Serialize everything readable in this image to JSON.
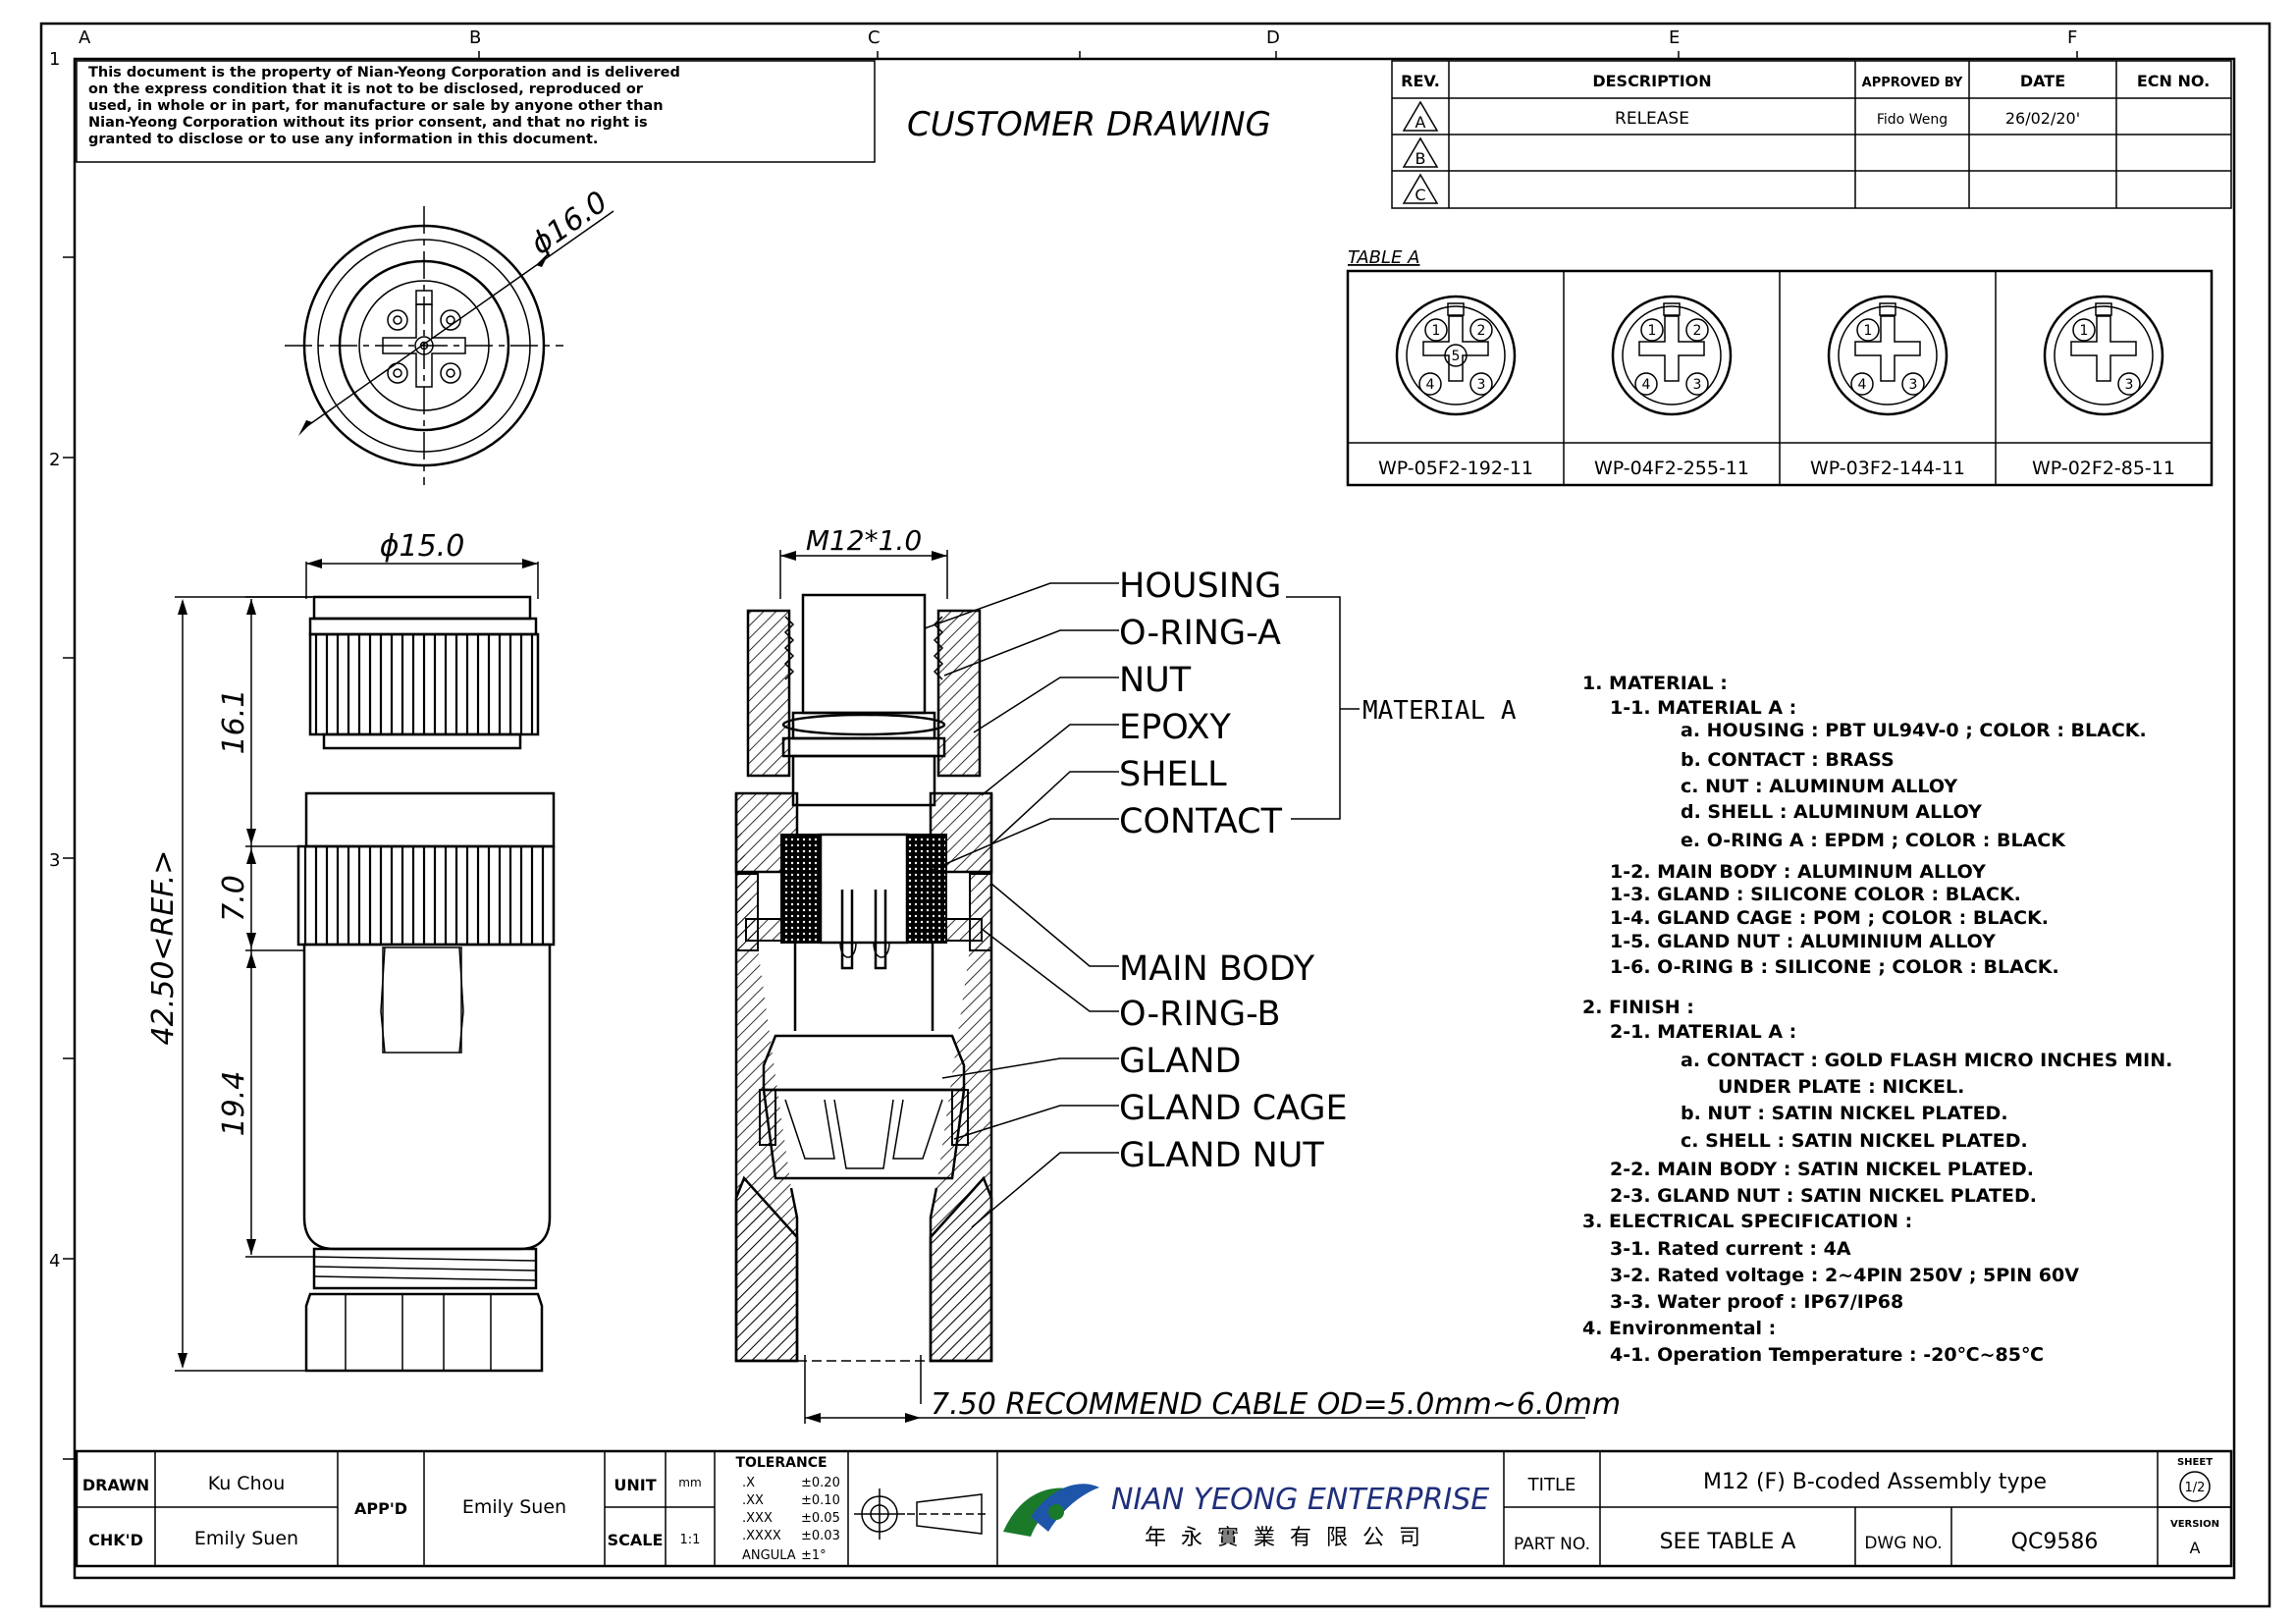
{
  "notice": {
    "lines": [
      "This document is the property of Nian-Yeong Corporation and is delivered",
      "on  the  express condition that it is not to be disclosed, reproduced or",
      "used, in whole or in part, for manufacture or sale by anyone other than",
      "Nian-Yeong Corporation without  its prior consent, and that  no right  is",
      "granted  to disclose or  to use any information in this  document."
    ]
  },
  "header_title": "CUSTOMER  DRAWING",
  "zones": {
    "columns": [
      "A",
      "B",
      "C",
      "D",
      "E",
      "F"
    ],
    "rows": [
      "1",
      "2",
      "3",
      "4"
    ]
  },
  "revision_table": {
    "headers": [
      "REV.",
      "DESCRIPTION",
      "APPROVED BY",
      "DATE",
      "ECN NO."
    ],
    "rows": [
      {
        "rev": "A",
        "description": "RELEASE",
        "approved_by": "Fido Weng",
        "date": "26/02/20'",
        "ecn": ""
      },
      {
        "rev": "B",
        "description": "",
        "approved_by": "",
        "date": "",
        "ecn": ""
      },
      {
        "rev": "C",
        "description": "",
        "approved_by": "",
        "date": "",
        "ecn": ""
      }
    ]
  },
  "table_a": {
    "title": "TABLE A",
    "variants": [
      {
        "part": "WP-05F2-192-11",
        "pins": [
          "1",
          "2",
          "3",
          "4",
          "5"
        ]
      },
      {
        "part": "WP-04F2-255-11",
        "pins": [
          "1",
          "2",
          "3",
          "4"
        ]
      },
      {
        "part": "WP-03F2-144-11",
        "pins": [
          "1",
          "3",
          "4"
        ]
      },
      {
        "part": "WP-02F2-85-11",
        "pins": [
          "1",
          "3"
        ]
      }
    ]
  },
  "dimensions": {
    "face_diameter": "ϕ16.0",
    "body_diameter": "ϕ15.0",
    "overall_length": "42.50<REF.>",
    "segment_top": "16.1",
    "segment_mid": "7.0",
    "segment_bottom": "19.4",
    "thread": "M12*1.0",
    "cable": "7.50 RECOMMEND CABLE OD=5.0mm~6.0mm"
  },
  "callouts": {
    "upper": [
      "HOUSING",
      "O-RING-A",
      "NUT",
      "EPOXY",
      "SHELL",
      "CONTACT"
    ],
    "group_label": "MATERIAL  A",
    "lower": [
      "MAIN BODY",
      "O-RING-B",
      "GLAND",
      "GLAND CAGE",
      "GLAND NUT"
    ]
  },
  "notes": [
    "1.  MATERIAL  :",
    "1-1.  MATERIAL  A  :",
    "a.  HOUSING  :  PBT  UL94V-0  ;  COLOR  :  BLACK.",
    "b.  CONTACT  :  BRASS",
    "c.  NUT  :  ALUMINUM  ALLOY",
    "d.  SHELL  :  ALUMINUM  ALLOY",
    "e.  O-RING  A  :  EPDM  ;  COLOR  :  BLACK",
    "1-2.  MAIN  BODY  :  ALUMINUM  ALLOY",
    "1-3.  GLAND  :  SILICONE  COLOR  :  BLACK.",
    "1-4.  GLAND  CAGE  :  POM  ;  COLOR  :  BLACK.",
    "1-5.  GLAND  NUT  :  ALUMINIUM  ALLOY",
    "1-6.  O-RING  B  :  SILICONE  ;  COLOR  :  BLACK.",
    "2.  FINISH  :",
    "2-1.  MATERIAL  A  :",
    "a.  CONTACT  :  GOLD  FLASH  MICRO  INCHES  MIN.",
    "UNDER  PLATE  :  NICKEL.",
    "b.  NUT  :  SATIN  NICKEL  PLATED.",
    "c.  SHELL  :  SATIN  NICKEL  PLATED.",
    "2-2.  MAIN  BODY  :  SATIN  NICKEL  PLATED.",
    "2-3.  GLAND  NUT  :  SATIN  NICKEL  PLATED.",
    "3.  ELECTRICAL  SPECIFICATION  :",
    "3-1.  Rated  current  :  4A",
    "3-2.  Rated  voltage  :  2~4PIN  250V  ;  5PIN  60V",
    "3-3.  Water  proof  :  IP67/IP68",
    "4.  Environmental  :",
    "4-1.  Operation  Temperature  :  -20℃~85℃"
  ],
  "title_block": {
    "drawn_label": "DRAWN",
    "drawn": "Ku Chou",
    "chkd_label": "CHK'D",
    "chkd": "Emily Suen",
    "appd_label": "APP'D",
    "appd": "Emily Suen",
    "unit_label": "UNIT",
    "unit": "mm",
    "scale_label": "SCALE",
    "scale": "1:1",
    "tolerance_title": "TOLERANCE",
    "tolerances": [
      {
        "k": ".X",
        "v": "±0.20"
      },
      {
        "k": ".XX",
        "v": "±0.10"
      },
      {
        "k": ".XXX",
        "v": "±0.05"
      },
      {
        "k": ".XXXX",
        "v": "±0.03"
      },
      {
        "k": "ANGULA",
        "v": "±1°"
      }
    ],
    "company": "NIAN YEONG ENTERPRISE",
    "company_cn": "年 永 實 業 有 限 公 司",
    "title_label": "TITLE",
    "title": "M12  (F)  B-coded  Assembly  type",
    "part_label": "PART NO.",
    "part": "SEE  TABLE  A",
    "dwg_label": "DWG NO.",
    "dwg": "QC9586",
    "sheet_label": "SHEET",
    "sheet": "1/2",
    "version_label": "VERSION",
    "version": "A"
  }
}
